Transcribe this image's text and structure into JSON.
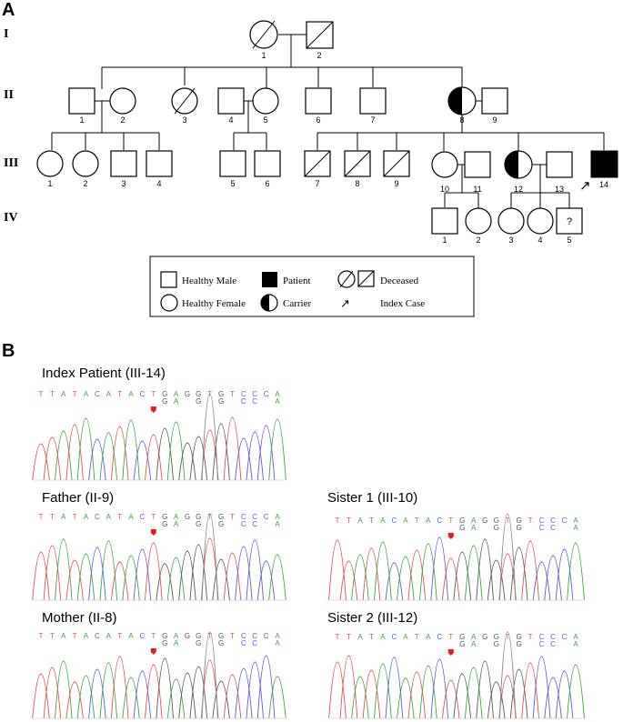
{
  "panel_a_label": "A",
  "panel_b_label": "B",
  "generations": [
    "I",
    "II",
    "III",
    "IV"
  ],
  "pedigree": {
    "I": [
      "1",
      "2"
    ],
    "II": [
      "1",
      "2",
      "3",
      "4",
      "5",
      "6",
      "7",
      "8",
      "9"
    ],
    "III": [
      "1",
      "2",
      "3",
      "4",
      "5",
      "6",
      "7",
      "8",
      "9",
      "10",
      "11",
      "12",
      "13",
      "14"
    ],
    "IV": [
      "1",
      "2",
      "3",
      "4",
      "5"
    ],
    "unknown_mark": "?",
    "index_arrow": "↗"
  },
  "legend": {
    "healthy_male": "Healthy Male",
    "patient": "Patient",
    "deceased": "Deceased",
    "healthy_female": "Healthy Female",
    "carrier": "Carrier",
    "index_case": "Index Case"
  },
  "sequence": {
    "bases": [
      "T",
      "T",
      "A",
      "T",
      "A",
      "C",
      "A",
      "T",
      "A",
      "C",
      "T",
      "G",
      "A",
      "G",
      "G",
      "T",
      "G",
      "T",
      "C",
      "C",
      "C",
      "A"
    ],
    "secondary": {
      "11": "G",
      "12": "A",
      "14": "G",
      "16": "G",
      "18": "C",
      "19": "C",
      "21": "A"
    },
    "colors": {
      "A": "#3aa83a",
      "C": "#5a5ad8",
      "G": "#555555",
      "T": "#e05050"
    },
    "marker_color": "#e02020"
  },
  "traces": [
    {
      "title": "Index Patient (III-14)"
    },
    {
      "title": "Father (II-9)"
    },
    {
      "title": "Sister 1 (III-10)"
    },
    {
      "title": "Mother (II-8)"
    },
    {
      "title": "Sister 2 (III-12)"
    }
  ]
}
